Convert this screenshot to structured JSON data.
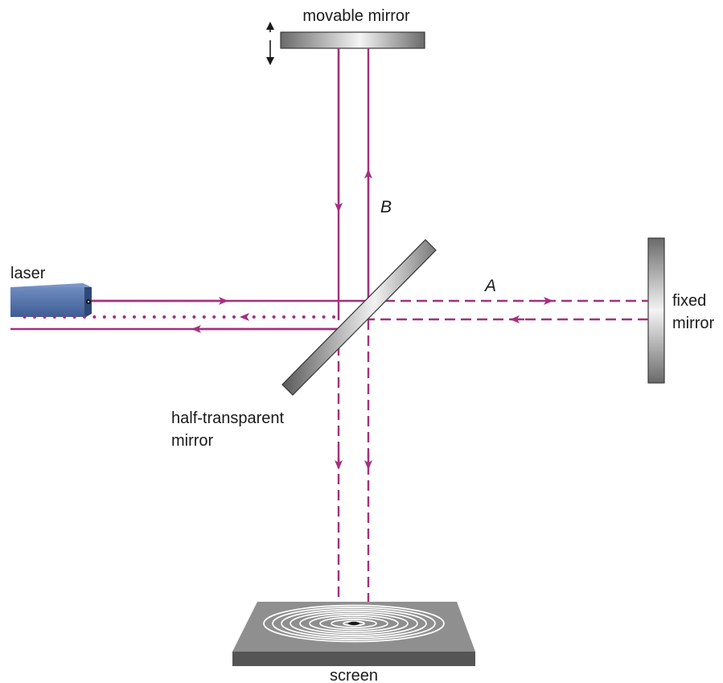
{
  "labels": {
    "movable_mirror": "movable mirror",
    "laser": "laser",
    "beam_b": "B",
    "beam_a": "A",
    "fixed_mirror_line1": "fixed",
    "fixed_mirror_line2": "mirror",
    "half_mirror_line1": "half-transparent",
    "half_mirror_line2": "mirror",
    "screen": "screen"
  },
  "colors": {
    "beam": "#a3307f",
    "laser_body": "#4f6fa8",
    "mirror_dark": "#5a5a5a",
    "mirror_light": "#f4f4f4",
    "screen_top": "#8c8c8c",
    "screen_side": "#555555"
  }
}
